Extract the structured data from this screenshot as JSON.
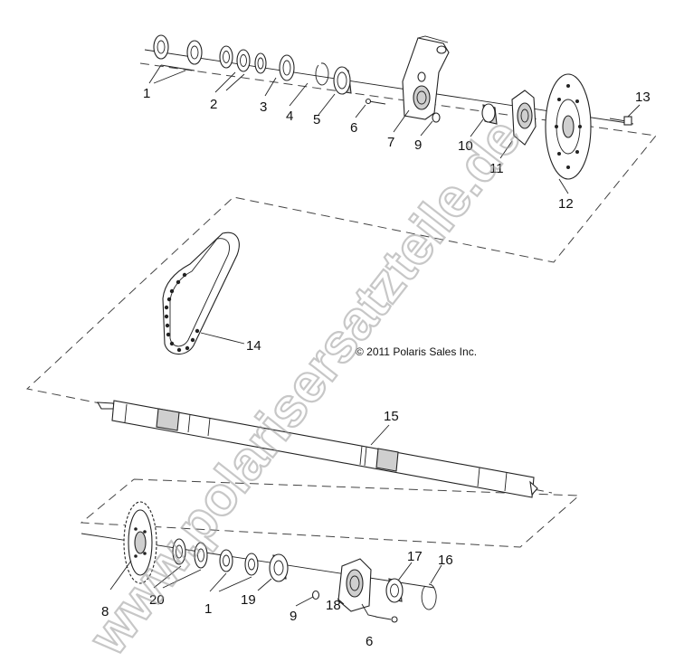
{
  "diagram": {
    "copyright": "© 2011 Polaris Sales Inc.",
    "watermark": "www.polarisersatzteile.de",
    "callouts": {
      "top": [
        "1",
        "2",
        "3",
        "4",
        "5",
        "6",
        "7",
        "9",
        "10",
        "11",
        "12",
        "13"
      ],
      "middle": [
        "14",
        "15"
      ],
      "bottom": [
        "8",
        "20",
        "1",
        "19",
        "9",
        "18",
        "6",
        "17",
        "16"
      ]
    }
  },
  "colors": {
    "line": "#222222",
    "watermark": "#9a9a9a",
    "background": "#ffffff"
  }
}
